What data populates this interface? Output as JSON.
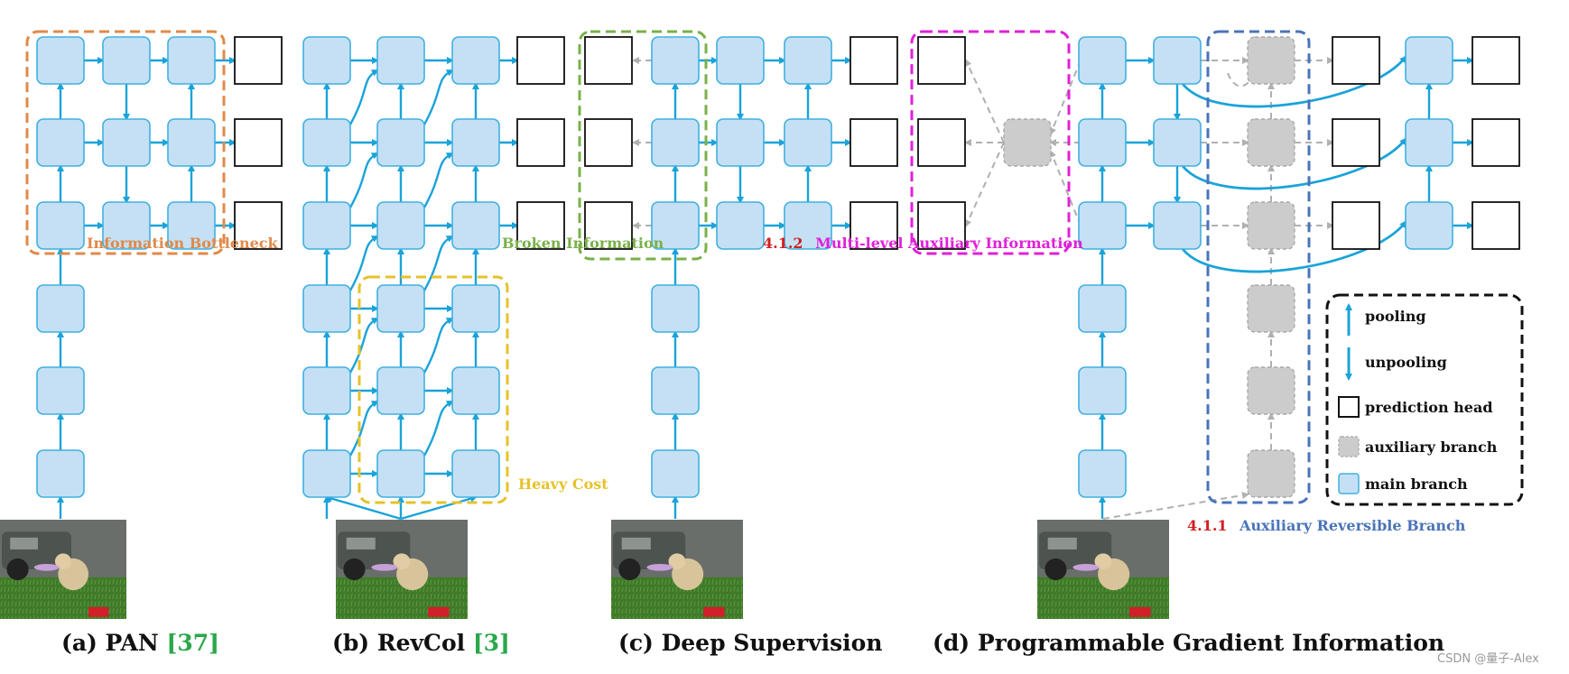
{
  "annotations": {
    "info_bottleneck": "Information  Bottleneck",
    "heavy_cost": "Heavy  Cost",
    "broken_info": "Broken  Information",
    "multi_level_num": "4.1.2",
    "multi_level_text": "Multi-level Auxiliary  Information",
    "aux_rev_num": "4.1.1",
    "aux_rev_text": "Auxiliary  Reversible Branch"
  },
  "captions": {
    "a_prefix": "(a) PAN ",
    "a_ref": "[37]",
    "b_prefix": "(b) RevCol ",
    "b_ref": "[3]",
    "c": "(c) Deep Supervision",
    "d": "(d) Programmable Gradient Information"
  },
  "legend": {
    "pooling": "pooling",
    "unpooling": "unpooling",
    "prediction_head": "prediction head",
    "auxiliary_branch": "auxiliary branch",
    "main_branch": "main branch"
  },
  "watermark": "CSDN @量子-Alex",
  "colors": {
    "main_fill": "#c5e0f4",
    "main_stroke": "#3fb0e0",
    "arrow_blue": "#1aa3d9",
    "aux_gray": "#cccccc",
    "arrow_gray": "#b0b0b0",
    "orange": "#e08a4a",
    "yellow": "#e6c22a",
    "green": "#7ab04a",
    "magenta": "#e020d8",
    "blue_dash": "#4a74b8",
    "red": "#d02020",
    "ref_green": "#2aa84a"
  }
}
